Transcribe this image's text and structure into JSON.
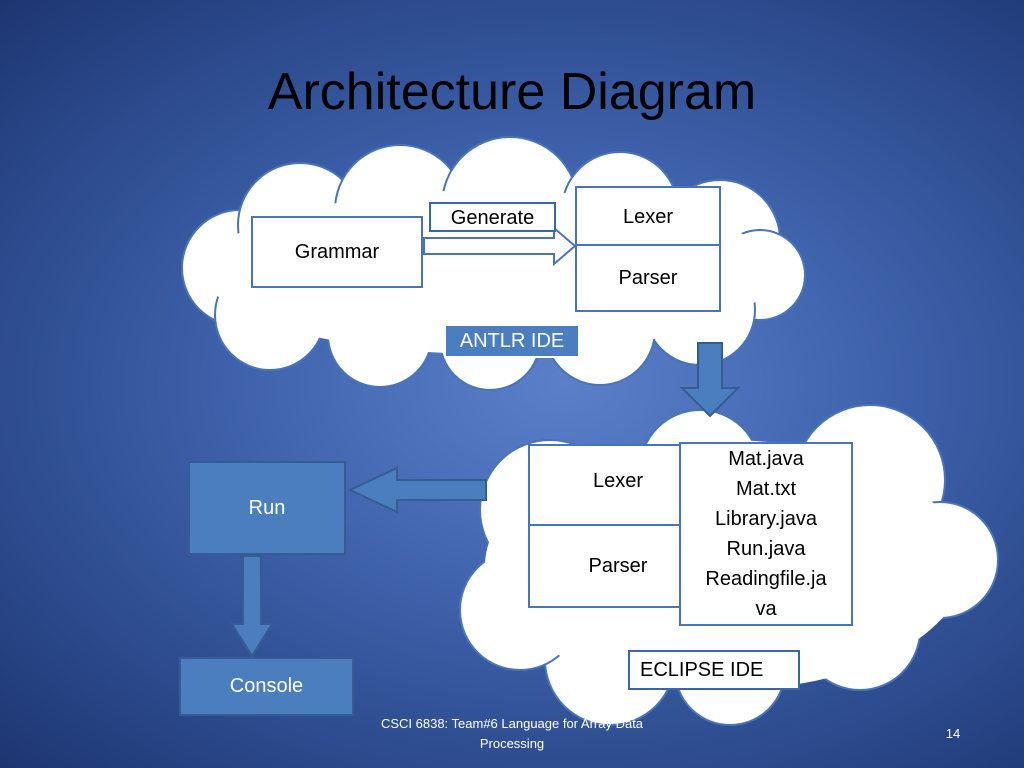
{
  "title": "Architecture Diagram",
  "antlr_group": {
    "grammar": "Grammar",
    "generate": "Generate",
    "lexer": "Lexer",
    "parser": "Parser",
    "ide_label": "ANTLR IDE"
  },
  "eclipse_group": {
    "lexer": "Lexer",
    "parser": "Parser",
    "files": [
      "Mat.java",
      "Mat.txt",
      "Library.java",
      "Run.java",
      "Readingfile.ja",
      "va"
    ],
    "ide_label": "ECLIPSE IDE"
  },
  "run": "Run",
  "console": "Console",
  "footer": {
    "line1": "CSCI 6838: Team#6 Language for Array Data",
    "line2": "Processing",
    "page_number": "14"
  },
  "colors": {
    "background_center": "#5b80c9",
    "background_edge": "#1d3672",
    "cloud_fill": "#ffffff",
    "cloud_stroke": "#4a74b8",
    "arrow_fill": "#4a7ebf",
    "blue_box_fill": "#4a7ebf"
  }
}
